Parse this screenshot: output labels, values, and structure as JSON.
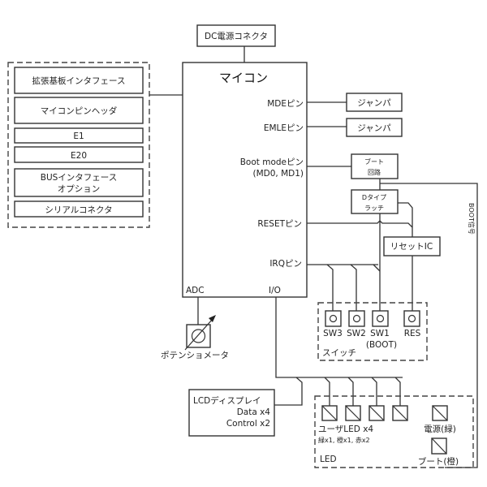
{
  "power": {
    "label": "DC電源コネクタ"
  },
  "mcu": {
    "title": "マイコン",
    "pins": {
      "mde": "MDEピン",
      "emle": "EMLEピン",
      "boot_line1": "Boot modeピン",
      "boot_line2": "(MD0, MD1)",
      "reset": "RESETピン",
      "irq": "IRQピン",
      "adc": "ADC",
      "io": "I/O"
    }
  },
  "expansion": {
    "items": [
      {
        "label": "拡張基板インタフェース"
      },
      {
        "label": "マイコンピンヘッダ"
      },
      {
        "label": "E1"
      },
      {
        "label": "E20"
      },
      {
        "label": "BUSインタフェース",
        "label2": "オプション"
      },
      {
        "label": "シリアルコネクタ"
      }
    ]
  },
  "jumpers": [
    {
      "label": "ジャンパ"
    },
    {
      "label": "ジャンパ"
    }
  ],
  "boot_circuit": {
    "line1": "ブート",
    "line2": "回路"
  },
  "latch": {
    "line1": "Dタイプ",
    "line2": "ラッチ"
  },
  "reset_ic": {
    "label": "リセットIC"
  },
  "boot_signal": {
    "label": "BOOT信号"
  },
  "switches": {
    "group_label": "スイッチ",
    "items": [
      {
        "label": "SW3"
      },
      {
        "label": "SW2"
      },
      {
        "label": "SW1",
        "sub": "(BOOT)"
      },
      {
        "label": "RES"
      }
    ]
  },
  "potentiometer": {
    "label": "ポテンショメータ"
  },
  "lcd": {
    "title": "LCDディスプレイ",
    "line2": "Data x4",
    "line3": "Control x2"
  },
  "leds": {
    "group_label": "LED",
    "user_label": "ユーザLED x4",
    "user_sub": "緑x1, 橙x1, 赤x2",
    "power_label": "電源(緑)",
    "boot_label": "ブート(橙)"
  }
}
